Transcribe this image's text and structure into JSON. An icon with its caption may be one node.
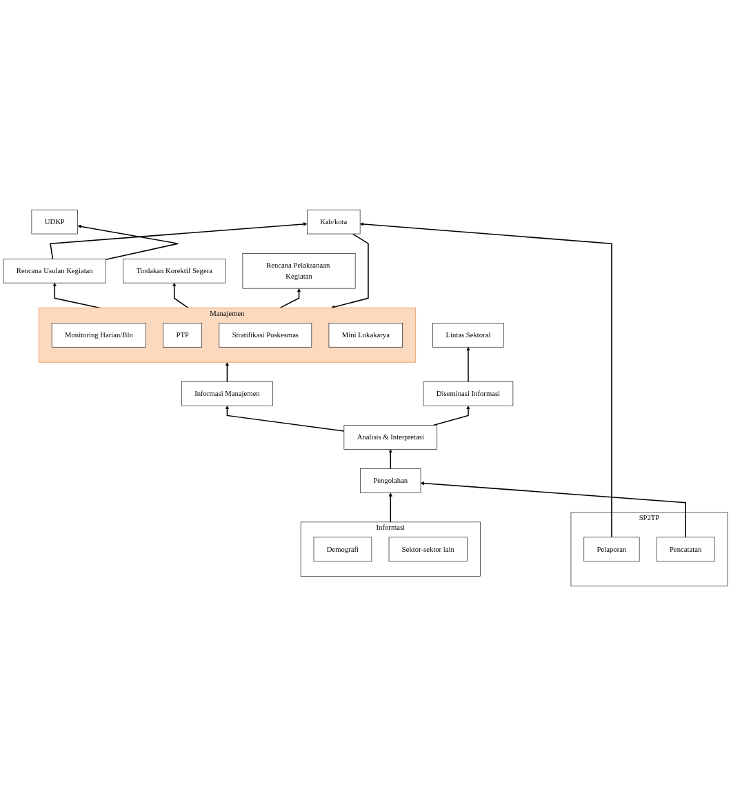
{
  "diagram": {
    "nodes": [
      {
        "text": [
          "Kab/kota"
        ]
      },
      {
        "text": [
          "UDKP"
        ]
      },
      {
        "text": [
          "Rencana Usulan Kegiatan"
        ]
      },
      {
        "text": [
          "Tindakan Korektif Segera"
        ]
      },
      {
        "text": [
          "Rencana Pelaksanaan Kegiatan"
        ]
      },
      {
        "text": [
          "Manajemen"
        ]
      },
      {
        "text": [
          "Monitoring Harian/Bln"
        ],
        "in": 5
      },
      {
        "text": [
          "PTP"
        ],
        "in": 5
      },
      {
        "text": [
          "Stratifikasi Puskesmas"
        ],
        "in": 5
      },
      {
        "text": [
          "Mini Lokakarya"
        ],
        "in": 5
      },
      {
        "text": [
          "Lintas Sektoral"
        ]
      },
      {
        "text": [
          "Informasi Manajemen"
        ]
      },
      {
        "text": [
          "Diseminasi Informasi"
        ]
      },
      {
        "text": [
          "Analisis & Interpretasi"
        ]
      },
      {
        "text": [
          "Pengolahan"
        ]
      },
      {
        "text": [
          "SP2TP"
        ]
      },
      {
        "text": [
          "Pelaporan"
        ],
        "in": 15
      },
      {
        "text": [
          "Pencatatan"
        ],
        "in": 15
      },
      {
        "text": [
          "Informasi"
        ]
      },
      {
        "text": [
          "Demografi"
        ],
        "in": 18
      },
      {
        "text": [
          "Sektor-sektor lain"
        ],
        "in": 18
      }
    ],
    "edges": [
      {
        "from": 2,
        "to": 0,
        "arrow": "to"
      },
      {
        "from": 2,
        "to": 1,
        "arrow": "to"
      },
      {
        "from": 5,
        "to": 2,
        "arrow": "to"
      },
      {
        "from": 5,
        "to": 3,
        "arrow": "to"
      },
      {
        "from": 5,
        "to": 4,
        "arrow": "to"
      },
      {
        "from": 0,
        "to": 5,
        "arrow": "to"
      },
      {
        "from": 16,
        "to": 0,
        "arrow": "to"
      },
      {
        "from": 11,
        "to": 5,
        "arrow": "to"
      },
      {
        "from": 13,
        "to": 11,
        "arrow": "to"
      },
      {
        "from": 13,
        "to": 12,
        "arrow": "to"
      },
      {
        "from": 12,
        "to": 10,
        "arrow": "to"
      },
      {
        "from": 14,
        "to": 13,
        "arrow": "to"
      },
      {
        "from": 17,
        "to": 14,
        "arrow": "to"
      },
      {
        "from": 18,
        "to": 14,
        "arrow": "to"
      }
    ]
  }
}
